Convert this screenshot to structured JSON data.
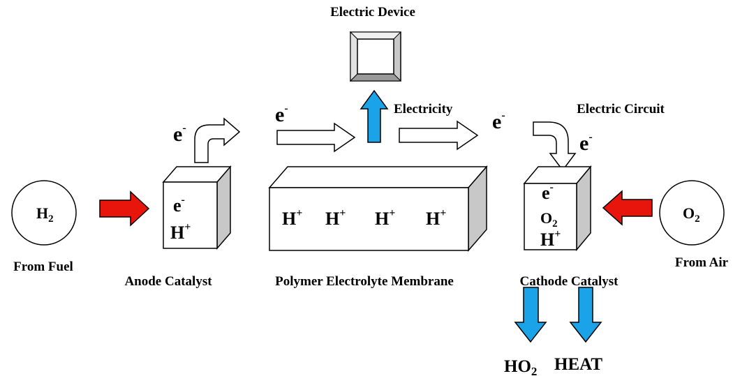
{
  "labels": {
    "electric_device": "Electric Device",
    "electricity": "Electricity",
    "electric_circuit": "Electric Circuit",
    "from_fuel": "From Fuel",
    "from_air": "From Air",
    "anode_catalyst": "Anode Catalyst",
    "membrane": "Polymer Electrolyte Membrane",
    "cathode_catalyst": "Cathode Catalyst",
    "heat": "HEAT"
  },
  "species": {
    "electron": "e",
    "electron_charge": "-",
    "hydrogen_ion": "H",
    "ion_charge": "+",
    "hydrogen_symbol": "H",
    "oxygen_symbol": "O",
    "hydroperoxyl_symbol": "HO",
    "subscript_two": "2"
  },
  "colors": {
    "fuel_arrow": "#e8150c",
    "flow_arrow": "#1aa3e8",
    "box_side": "#c8c8c8",
    "outline": "#000000"
  }
}
